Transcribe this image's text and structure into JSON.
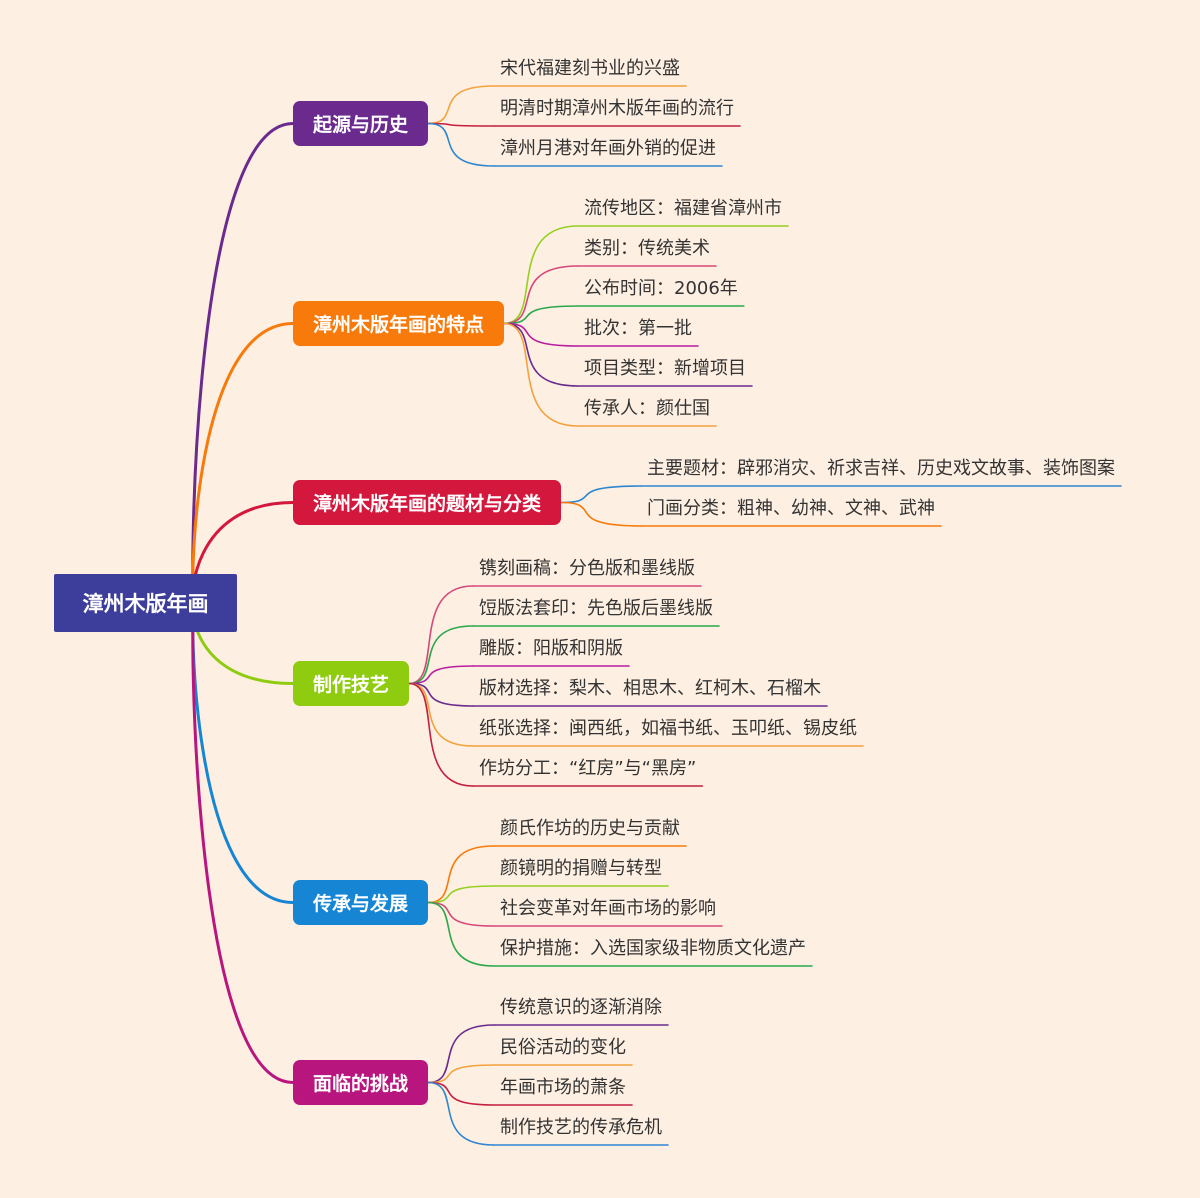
{
  "root": {
    "label": "漳州木版年画",
    "color": "#3d3d9c"
  },
  "branches": [
    {
      "id": "origin",
      "label": "起源与历史",
      "color": "#6b2a8e",
      "leaves": [
        {
          "label": "宋代福建刻书业的兴盛",
          "color": "#f4a23c"
        },
        {
          "label": "明清时期漳州木版年画的流行",
          "color": "#c41f3e"
        },
        {
          "label": "漳州月港对年画外销的促进",
          "color": "#2e86d1"
        }
      ]
    },
    {
      "id": "features",
      "label": "漳州木版年画的特点",
      "color": "#f77a0b",
      "leaves": [
        {
          "label": "流传地区：福建省漳州市",
          "color": "#93d11f"
        },
        {
          "label": "类别：传统美术",
          "color": "#d6487a"
        },
        {
          "label": "公布时间：2006年",
          "color": "#2aa84a"
        },
        {
          "label": "批次：第一批",
          "color": "#b81e9f"
        },
        {
          "label": "项目类型：新增项目",
          "color": "#6b2a8e"
        },
        {
          "label": "传承人：颜仕国",
          "color": "#f4a23c"
        }
      ]
    },
    {
      "id": "themes",
      "label": "漳州木版年画的题材与分类",
      "color": "#d4173c",
      "leaves": [
        {
          "label": "主要题材：辟邪消灾、祈求吉祥、历史戏文故事、装饰图案",
          "color": "#2e86d1"
        },
        {
          "label": "门画分类：粗神、幼神、文神、武神",
          "color": "#f77a0b"
        }
      ]
    },
    {
      "id": "craft",
      "label": "制作技艺",
      "color": "#8fcc10",
      "leaves": [
        {
          "label": "镌刻画稿：分色版和墨线版",
          "color": "#d6487a"
        },
        {
          "label": "饾版法套印：先色版后墨线版",
          "color": "#2aa84a"
        },
        {
          "label": "雕版：阳版和阴版",
          "color": "#b81e9f"
        },
        {
          "label": "版材选择：梨木、相思木、红柯木、石榴木",
          "color": "#6b2a8e"
        },
        {
          "label": "纸张选择：闽西纸，如福书纸、玉叩纸、锡皮纸",
          "color": "#f4a23c"
        },
        {
          "label": "作坊分工：“红房”与“黑房”",
          "color": "#c41f3e"
        }
      ]
    },
    {
      "id": "heritage",
      "label": "传承与发展",
      "color": "#1585d4",
      "leaves": [
        {
          "label": "颜氏作坊的历史与贡献",
          "color": "#f77a0b"
        },
        {
          "label": "颜镜明的捐赠与转型",
          "color": "#93d11f"
        },
        {
          "label": "社会变革对年画市场的影响",
          "color": "#d6487a"
        },
        {
          "label": "保护措施：入选国家级非物质文化遗产",
          "color": "#2aa84a"
        }
      ]
    },
    {
      "id": "challenges",
      "label": "面临的挑战",
      "color": "#b8167e",
      "leaves": [
        {
          "label": "传统意识的逐渐消除",
          "color": "#6b2a8e"
        },
        {
          "label": "民俗活动的变化",
          "color": "#f4a23c"
        },
        {
          "label": "年画市场的萧条",
          "color": "#c41f3e"
        },
        {
          "label": "制作技艺的传承危机",
          "color": "#2e86d1"
        }
      ]
    }
  ]
}
